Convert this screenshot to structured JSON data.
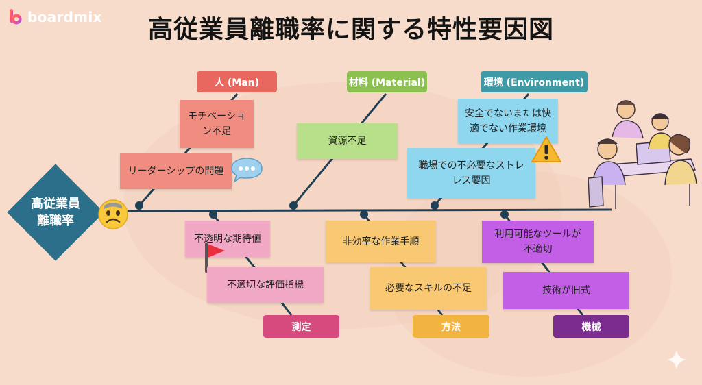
{
  "brand": {
    "name": "boardmix"
  },
  "title": "高従業員離職率に関する特性要因図",
  "head": "高従業員\n離職率",
  "categories": {
    "man": "人 (Man)",
    "material": "材料 (Material)",
    "environment": "環境 (Environment)",
    "measurement": "測定",
    "method": "方法",
    "machine": "機械"
  },
  "causes": {
    "man_1": "モチベーショ\nン不足",
    "man_2": "リーダーシップの問題",
    "material_1": "資源不足",
    "env_1": "安全でないまたは快\n適でない作業環境",
    "env_2": "職場での不必要なストレ\nレス要因",
    "meas_1": "不透明な期待値",
    "meas_2": "不適切な評価指標",
    "method_1": "非効率な作業手順",
    "method_2": "必要なスキルの不足",
    "machine_1": "利用可能なツールが\n不適切",
    "machine_2": "技術が旧式"
  },
  "colors": {
    "background": "#f8dccb",
    "head": "#2c6f8a",
    "man": "#e8675e",
    "material": "#8cc152",
    "environment": "#3f9aa6",
    "measurement": "#d64a7e",
    "method": "#f2b441",
    "machine": "#7b2c8f"
  }
}
